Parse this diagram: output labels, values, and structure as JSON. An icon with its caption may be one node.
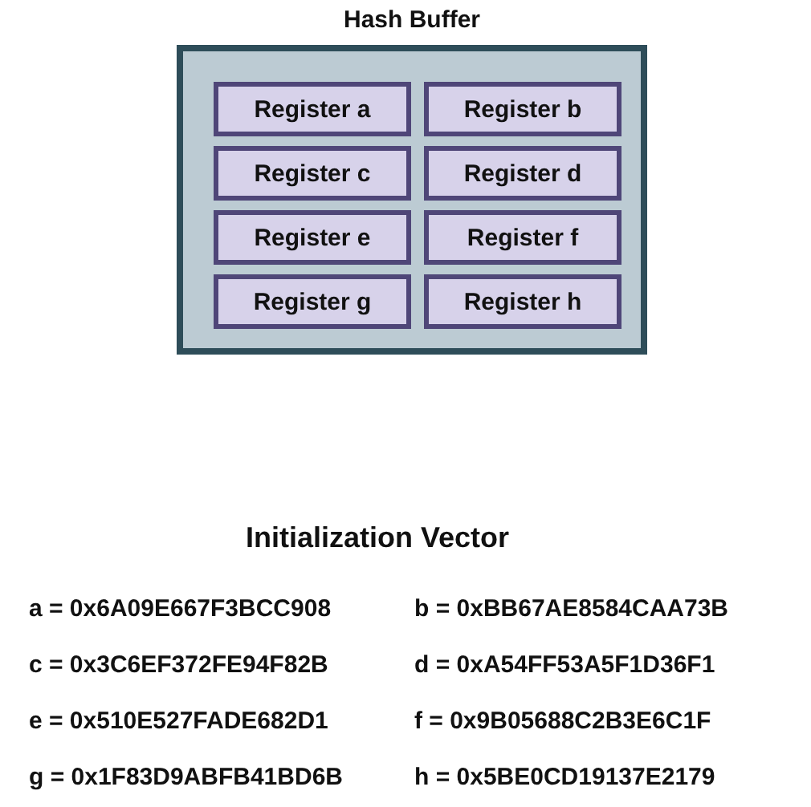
{
  "diagram": {
    "nodes": [
      {
        "text": [
          "Hash Buffer"
        ]
      },
      {
        "text": [
          "Register a"
        ],
        "in": 0
      },
      {
        "text": [
          "Register b"
        ],
        "in": 0
      },
      {
        "text": [
          "Register c"
        ],
        "in": 0
      },
      {
        "text": [
          "Register d"
        ],
        "in": 0
      },
      {
        "text": [
          "Register e"
        ],
        "in": 0
      },
      {
        "text": [
          "Register f"
        ],
        "in": 0
      },
      {
        "text": [
          "Register g"
        ],
        "in": 0
      },
      {
        "text": [
          "Register h"
        ],
        "in": 0
      }
    ],
    "labels": [
      "Initialization Vector",
      "a = 0x6A09E667F3BCC908",
      "b = 0xBB67AE8584CAA73B",
      "c = 0x3C6EF372FE94F82B",
      "d = 0xA54FF53A5F1D36F1",
      "e = 0x510E527FADE682D1",
      "f = 0x9B05688C2B3E6C1F",
      "g = 0x1F83D9ABFB41BD6B",
      "h = 0x5BE0CD19137E2179"
    ]
  }
}
